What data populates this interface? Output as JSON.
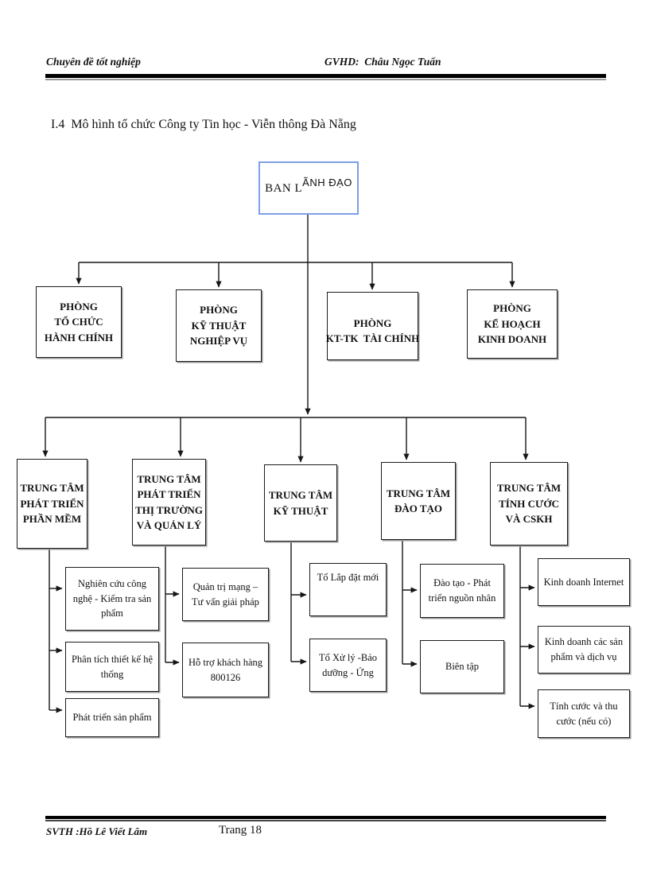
{
  "header": {
    "course": "Chuyên đề tốt nghiệp",
    "advisor": "GVHD:  Châu Ngọc Tuấn"
  },
  "title": "I.4  Mô hình tổ chức Công ty Tin học - Viễn thông Đà Nẵng",
  "footer": {
    "student": "SVTH :Hồ Lê Viết Lâm",
    "page": "Trang 18"
  },
  "colors": {
    "root_border": "#7d9fe6",
    "connector": "#161616"
  },
  "org": {
    "root": {
      "part_serif": "BAN L",
      "part_sans": "ÃNH ĐẠO"
    },
    "departments": [
      {
        "lines": [
          "PHÒNG",
          "TỔ CHỨC",
          "HÀNH CHÍNH"
        ]
      },
      {
        "lines": [
          "PHÒNG",
          "KỸ THUẬT",
          "NGHIỆP VỤ"
        ]
      },
      {
        "lines": [
          "PHÒNG",
          "KT-TK  TÀI CHÍNH"
        ]
      },
      {
        "lines": [
          "PHÒNG",
          "KẾ HOẠCH",
          "KINH DOANH"
        ]
      }
    ],
    "centers": [
      {
        "lines": [
          "TRUNG TÂM",
          "PHÁT TRIỂN",
          "PHẦN MỀM"
        ]
      },
      {
        "lines": [
          "TRUNG TÂM",
          "PHÁT TRIỂN",
          "THỊ TRƯỜNG",
          "VÀ QUẢN LÝ"
        ]
      },
      {
        "lines": [
          "TRUNG TÂM",
          "KỸ THUẬT"
        ]
      },
      {
        "lines": [
          "TRUNG TÂM",
          "ĐÀO TẠO"
        ]
      },
      {
        "lines": [
          "TRUNG TÂM",
          "TÍNH CƯỚC",
          "VÀ CSKH"
        ]
      }
    ],
    "units": {
      "software": [
        "Nghiên cứu công nghệ - Kiểm tra sản phẩm",
        "Phân tích thiết kế hệ thống",
        "Phát triển sản phẩm"
      ],
      "market": [
        "Quản trị mạng – Tư vấn giải pháp",
        "Hỗ trợ khách hàng 800126"
      ],
      "technical": [
        "Tổ Lắp đặt mới",
        "Tổ Xử lý -Bảo dưỡng - Ứng"
      ],
      "training": [
        "Đào tạo - Phát triển nguồn nhân",
        "Biên tập"
      ],
      "billing": [
        "Kinh doanh Internet",
        "Kinh doanh các sản phẩm và dịch vụ",
        "Tính cước và thu cước (nếu có)"
      ]
    }
  }
}
